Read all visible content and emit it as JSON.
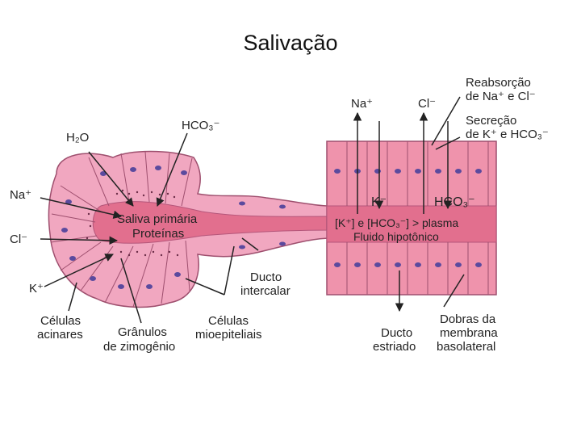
{
  "title": "Salivação",
  "labels": {
    "h2o": "H₂O",
    "hco3_top": "HCO₃⁻",
    "na_left": "Na⁺",
    "cl_left": "Cl⁻",
    "k_left": "K⁺",
    "saliva_primaria": "Saliva primária",
    "proteinas": "Proteínas",
    "celulas_acinares_1": "Células",
    "celulas_acinares_2": "acinares",
    "granulos_1": "Grânulos",
    "granulos_2": "de zimogênio",
    "mioepiteliais_1": "Células",
    "mioepiteliais_2": "mioepiteliais",
    "intercalar_1": "Ducto",
    "intercalar_2": "intercalar",
    "na_right": "Na⁺",
    "cl_right": "Cl⁻",
    "reabsorcao_1": "Reabsorção",
    "reabsorcao_2": "de Na⁺ e Cl⁻",
    "secrecao_1": "Secreção",
    "secrecao_2": "de K⁺ e HCO₃⁻",
    "k_right": "K⁻",
    "hco3_right": "HCO₃⁻",
    "plasma": "[K⁺] e [HCO₃⁻] > plasma",
    "fluido": "Fluido hipotônico",
    "estriado_1": "Ducto",
    "estriado_2": "estriado",
    "dobras_1": "Dobras da",
    "dobras_2": "membrana",
    "dobras_3": "basolateral"
  },
  "colors": {
    "tissue": "#f1a7c0",
    "tissue_dark": "#d97fa0",
    "duct": "#ef93ac",
    "lumen": "#e26f8e",
    "cell_border": "#9e4f6e",
    "nucleus": "#5b4a9e",
    "arrow": "#222222"
  }
}
